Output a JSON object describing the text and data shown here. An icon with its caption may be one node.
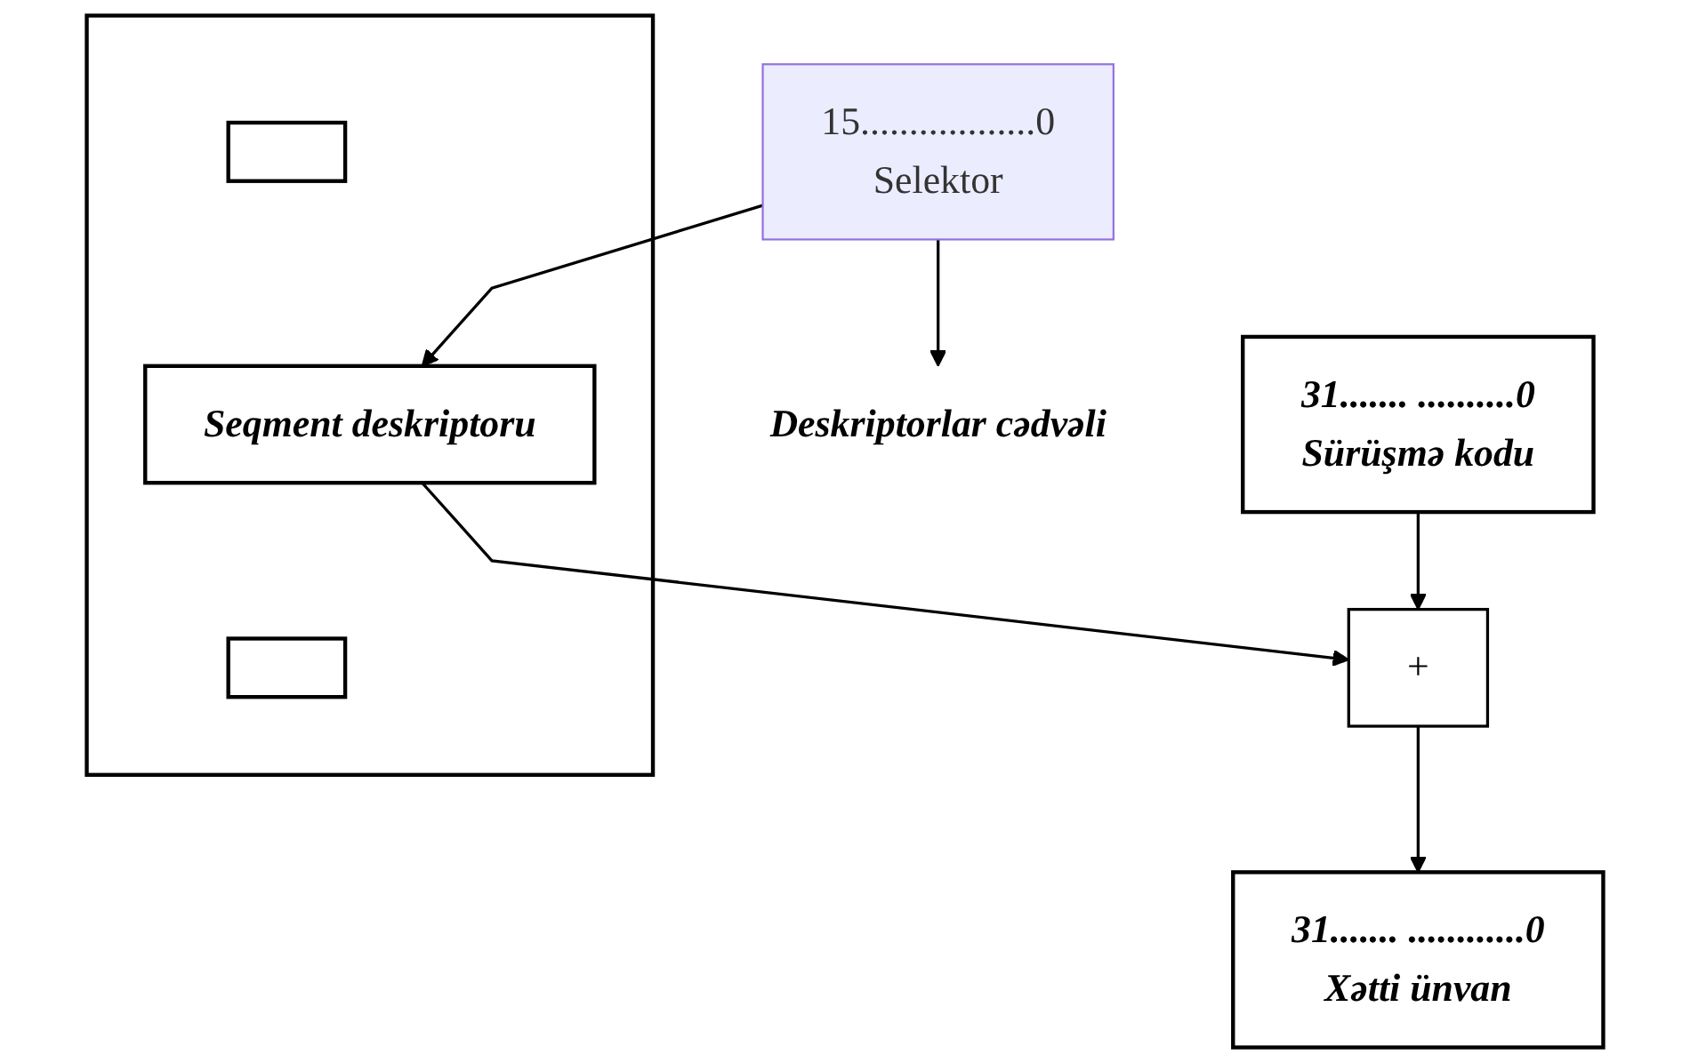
{
  "diagram": {
    "nodes": [
      {
        "text": [
          "15..................0",
          "Selektor"
        ]
      },
      {
        "text": [
          "Deskriptorlar cədvəli"
        ]
      },
      {
        "text": [],
        "shape": "box"
      },
      {
        "text": [],
        "shape": "box",
        "in": 2
      },
      {
        "text": [
          "Seqment deskriptoru"
        ],
        "in": 2
      },
      {
        "text": [],
        "shape": "box",
        "in": 2
      },
      {
        "text": [
          "31....... ..........0",
          "Sürüşmə kodu"
        ]
      },
      {
        "text": [
          "+"
        ]
      },
      {
        "text": [
          "31....... ............0",
          "Xətti ünvan"
        ]
      }
    ],
    "edges": [
      {
        "from": 0,
        "to": 1,
        "arrow": "to"
      },
      {
        "from": 0,
        "to": 4,
        "arrow": "to"
      },
      {
        "from": 4,
        "to": 7,
        "arrow": "to"
      },
      {
        "from": 6,
        "to": 7,
        "arrow": "to"
      },
      {
        "from": 7,
        "to": 8,
        "arrow": "to"
      }
    ]
  }
}
